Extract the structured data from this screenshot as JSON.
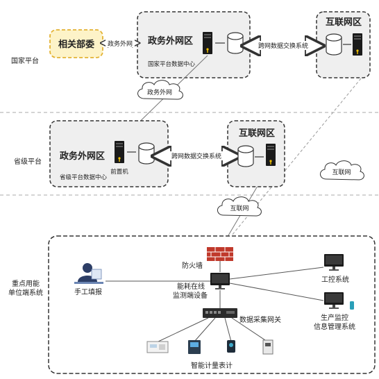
{
  "levels": {
    "national": "国家平台",
    "provincial": "省级平台",
    "enterprise_line1": "重点用能",
    "enterprise_line2": "单位端系统"
  },
  "national": {
    "related_ministries": "相关部委",
    "gov_extranet_link": "政务外网",
    "gov_extranet_zone": "政务外网区",
    "data_center": "国家平台数据中心",
    "exchange_system": "跨网数据交换系统",
    "internet_zone": "互联网区"
  },
  "clouds": {
    "gov_extranet": "政务外网",
    "internet_right": "互联网",
    "internet_mid": "互联网"
  },
  "provincial": {
    "gov_extranet_zone": "政务外网区",
    "front_server": "前置机",
    "data_center": "省级平台数据中心",
    "exchange_system": "跨网数据交换系统",
    "internet_zone": "互联网区"
  },
  "enterprise": {
    "firewall": "防火墙",
    "manual_entry": "手工填报",
    "monitor_line1": "能耗在线",
    "monitor_line2": "监测端设备",
    "control_system": "工控系统",
    "production_line1": "生产监控",
    "production_line2": "信息管理系统",
    "gateway": "数据采集网关",
    "meters": "智能计量表计"
  },
  "colors": {
    "zone_fill": "#efefef",
    "ministry_fill": "#fdf3c8",
    "ministry_border": "#e3b234",
    "cloud_fill": "#ffffff",
    "firewall_red": "#c0392b",
    "dashed_separator": "#aaaaaa"
  }
}
